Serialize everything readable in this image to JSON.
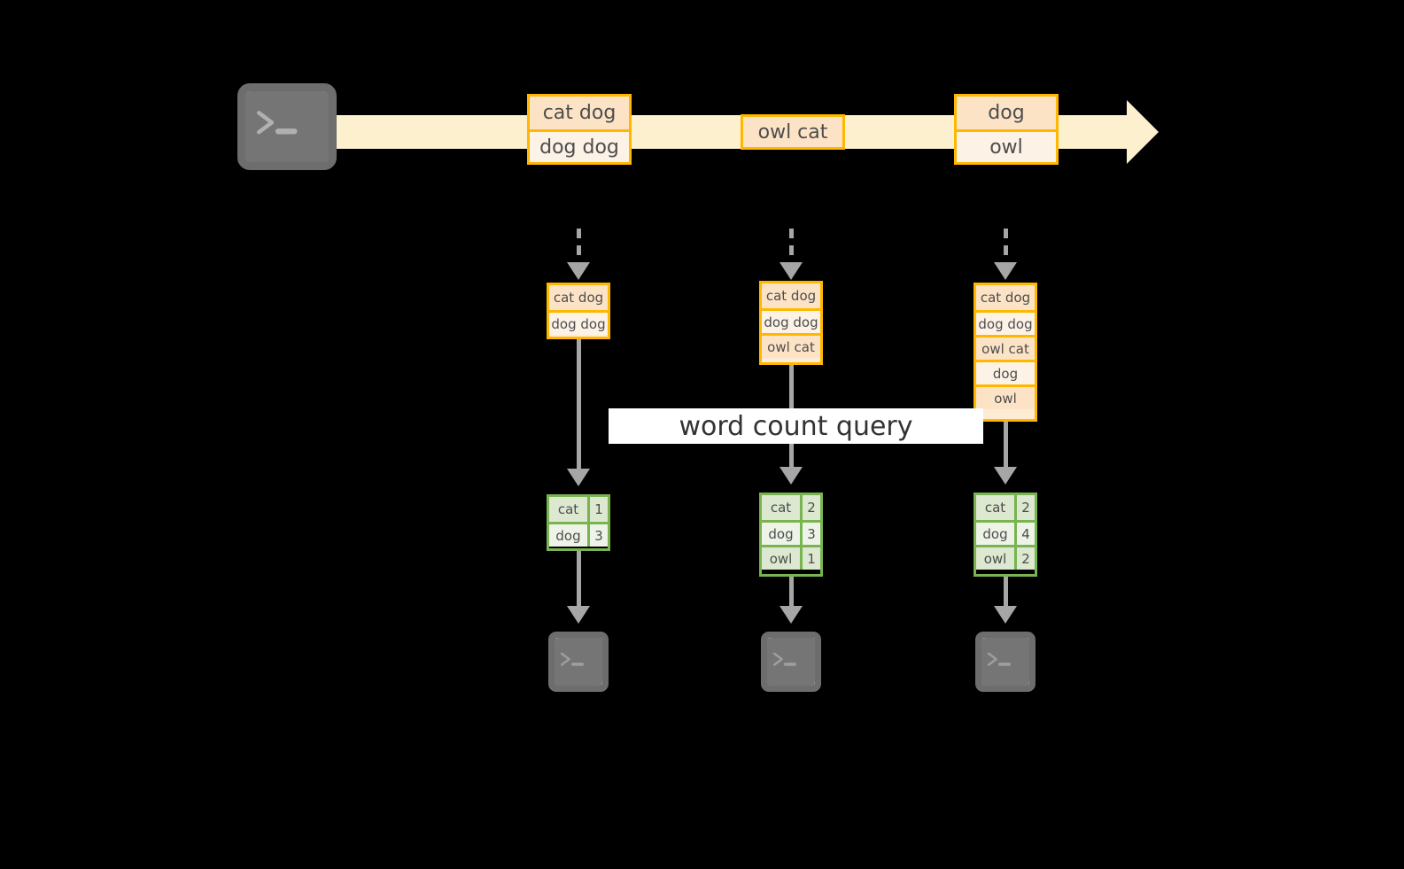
{
  "diagram": {
    "title": "word count query streaming diagram",
    "query_label": "word count query",
    "source_icon": "terminal-icon",
    "sink_icon": "terminal-icon",
    "colors": {
      "stream_fill": "#fdf0ce",
      "message_border": "#ffb700",
      "message_fill_dark": "#fde3c6",
      "message_fill_light": "#fdf2e6",
      "table_border": "#79b451",
      "table_fill_dark": "#dce8cf",
      "table_fill_light": "#eef3e8",
      "connector": "#a6a6a6",
      "icon_fill": "#757575",
      "label_bg": "#ffffff",
      "background": "#000000"
    },
    "stream": {
      "groups": [
        {
          "lines": [
            "cat dog",
            "dog dog"
          ]
        },
        {
          "lines": [
            "owl cat"
          ]
        },
        {
          "lines": [
            "dog",
            "owl"
          ]
        }
      ]
    },
    "snapshots": [
      {
        "lines": [
          "cat dog",
          "dog dog"
        ]
      },
      {
        "lines": [
          "cat dog",
          "dog dog",
          "owl cat"
        ]
      },
      {
        "lines": [
          "cat dog",
          "dog dog",
          "owl cat",
          "dog",
          "owl"
        ]
      }
    ],
    "results": [
      {
        "rows": [
          {
            "word": "cat",
            "count": "1"
          },
          {
            "word": "dog",
            "count": "3"
          }
        ]
      },
      {
        "rows": [
          {
            "word": "cat",
            "count": "2"
          },
          {
            "word": "dog",
            "count": "3"
          },
          {
            "word": "owl",
            "count": "1"
          }
        ]
      },
      {
        "rows": [
          {
            "word": "cat",
            "count": "2"
          },
          {
            "word": "dog",
            "count": "4"
          },
          {
            "word": "owl",
            "count": "2"
          }
        ]
      }
    ]
  }
}
